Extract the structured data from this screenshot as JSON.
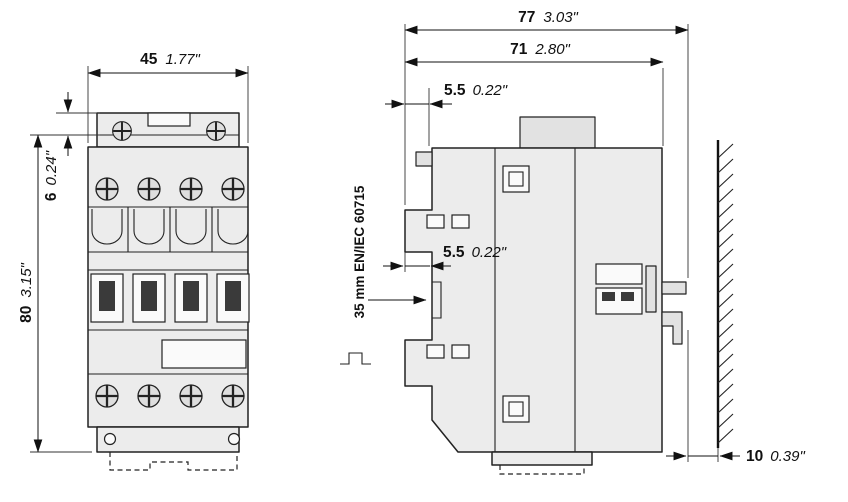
{
  "drawing": {
    "title": "contactor-dimension-drawing",
    "front": {
      "width": {
        "mm": "45",
        "in": "1.77\""
      },
      "top_offset": {
        "mm": "6",
        "in": "0.24\""
      },
      "height": {
        "mm": "80",
        "in": "3.15\""
      }
    },
    "side": {
      "depth_total": {
        "mm": "77",
        "in": "3.03\""
      },
      "depth_body": {
        "mm": "71",
        "in": "2.80\""
      },
      "front_offset": {
        "mm": "5.5",
        "in": "0.22\""
      },
      "rail_offset": {
        "mm": "5.5",
        "in": "0.22\""
      },
      "rail_standard": "35 mm EN/IEC 60715",
      "wall_clearance": {
        "mm": "10",
        "in": "0.39\""
      }
    },
    "colors": {
      "line": "#1a1a1a",
      "body_fill": "#ececec"
    }
  }
}
